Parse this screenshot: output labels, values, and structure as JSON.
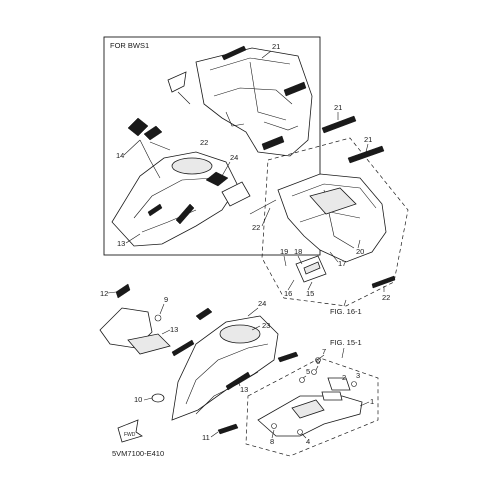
{
  "box_title": "FOR BWS1",
  "drawing_code": "5VM7100-E410",
  "fwd_label": "FWD",
  "figure_refs": {
    "rear": "FIG. 16-1",
    "front": "FIG. 15-1"
  },
  "callouts": {
    "c21a": "21",
    "c21b": "21",
    "c21c": "21",
    "c22a": "22",
    "c22b": "22",
    "c22c": "22",
    "c14": "14",
    "c24a": "24",
    "c13a": "13",
    "c19": "19",
    "c18": "18",
    "c20": "20",
    "c17": "17",
    "c16": "16",
    "c15": "15",
    "c12": "12",
    "c9": "9",
    "c24b": "24",
    "c13b": "13",
    "c23": "23",
    "c13c": "13",
    "c10": "10",
    "c7": "7",
    "c6": "6",
    "c5": "5",
    "c2": "2",
    "c3": "3",
    "c1": "1",
    "c11": "11",
    "c8": "8",
    "c4": "4"
  },
  "colors": {
    "line": "#1a1a1a",
    "background": "#ffffff",
    "shade": "#e9e9e9"
  }
}
